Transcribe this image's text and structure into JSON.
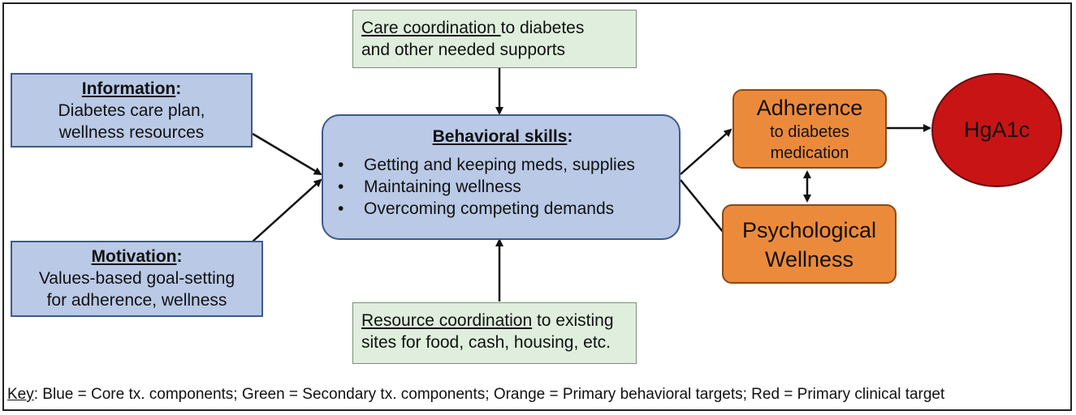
{
  "care_coordination": {
    "heading": "Care coordination ",
    "rest_line1": "to diabetes",
    "line2": "and other needed supports"
  },
  "information": {
    "heading": "Information",
    "colon": ":",
    "line1": "Diabetes care plan,",
    "line2": "wellness resources"
  },
  "motivation": {
    "heading": "Motivation",
    "colon": ":",
    "line1": "Values-based goal-setting",
    "line2": "for adherence, wellness"
  },
  "behavioral_skills": {
    "heading": "Behavioral skills",
    "colon": ":",
    "bullets": [
      "Getting and keeping meds, supplies",
      "Maintaining wellness",
      "Overcoming competing demands"
    ]
  },
  "resource_coordination": {
    "heading": "Resource coordination",
    "rest_line1": " to existing",
    "line2": "sites for food, cash, housing, etc."
  },
  "adherence": {
    "title": "Adherence",
    "line1": "to diabetes",
    "line2": "medication"
  },
  "psychological_wellness": {
    "line1": "Psychological",
    "line2": "Wellness"
  },
  "hga1c": {
    "label": "HgA1c"
  },
  "key": {
    "label": "Key",
    "text": ": Blue = Core tx. components; Green = Secondary tx. components; Orange = Primary behavioral targets; Red = Primary clinical target"
  },
  "colors": {
    "blue_fill": "#b9c9e6",
    "green_fill": "#dfeedd",
    "orange_fill": "#ec8a3c",
    "red_fill": "#c81414"
  }
}
